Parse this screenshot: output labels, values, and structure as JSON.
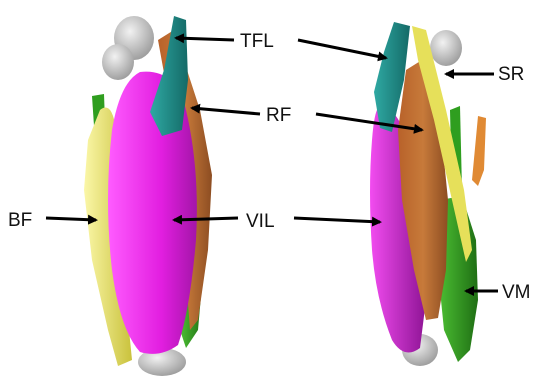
{
  "labels": {
    "tfl": "TFL",
    "rf": "RF",
    "sr": "SR",
    "bf": "BF",
    "vil": "VIL",
    "vm": "VM"
  },
  "colors": {
    "background": "#ffffff",
    "bone": "#c8c8c8",
    "tfl": "#1f8a86",
    "rf": "#d9782c",
    "sr": "#e6e05a",
    "bf": "#ece86a",
    "vil": "#e21ee0",
    "vm": "#2f9e1f",
    "arrow": "#000000"
  }
}
